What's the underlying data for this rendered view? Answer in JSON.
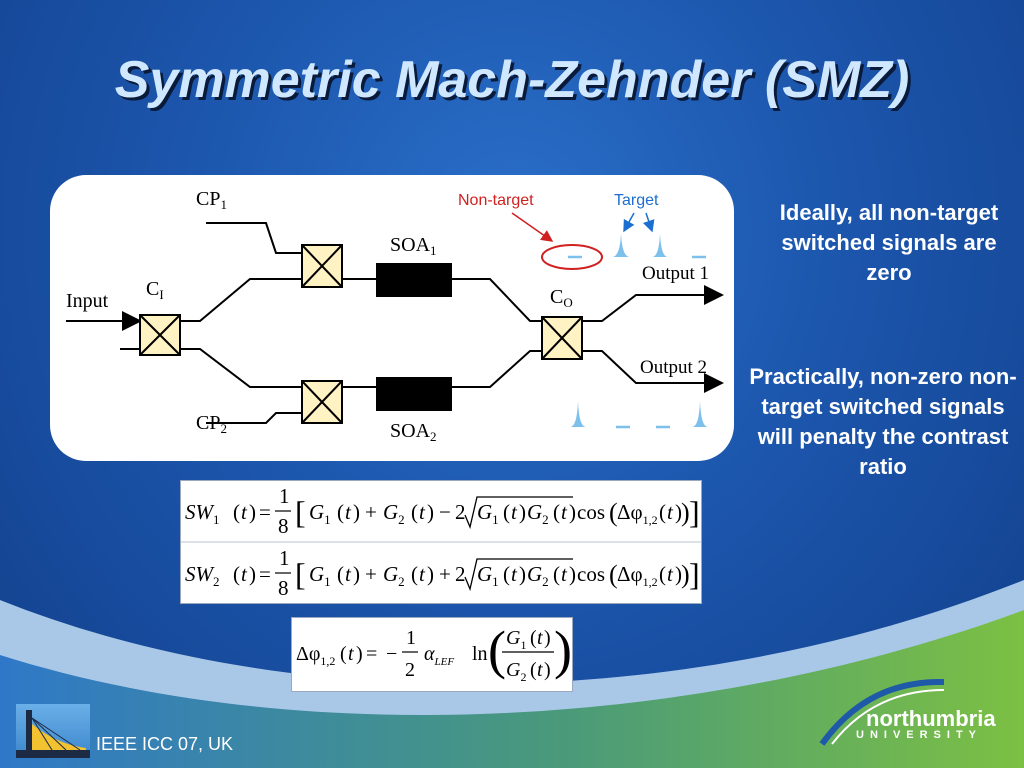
{
  "title": "Symmetric Mach-Zehnder (SMZ)",
  "diagram": {
    "cp1": "CP",
    "cp1_sub": "1",
    "cp2": "CP",
    "cp2_sub": "2",
    "input": "Input",
    "ci": "C",
    "ci_sub": "I",
    "co": "C",
    "co_sub": "O",
    "soa1": "SOA",
    "soa1_sub": "1",
    "soa2": "SOA",
    "soa2_sub": "2",
    "output1": "Output 1",
    "output2": "Output 2",
    "nontarget_label": "Non-target",
    "target_label": "Target",
    "colors": {
      "nontarget": "#d02020",
      "target": "#1a6fd0",
      "pulse": "#7ec0ec",
      "coupler": "#fff3c4"
    }
  },
  "notes": {
    "note1": "Ideally, all non-target switched signals are zero",
    "note2": "Practically, non-zero non-target switched signals will penalty the contrast ratio"
  },
  "equations": {
    "sw1_lhs": "SW",
    "sw1_sub": "1",
    "sw2_lhs": "SW",
    "sw2_sub": "2",
    "t": "t",
    "frac_num": "1",
    "frac_den_8": "8",
    "frac_den_2": "2",
    "g1": "G",
    "g1_sub": "1",
    "g2": "G",
    "g2_sub": "2",
    "plus": "+",
    "minus": "−",
    "two": "2",
    "cos": "cos",
    "delta_phi": "Δφ",
    "phi_sub": "1,2",
    "alpha": "α",
    "alpha_sub": "LEF",
    "ln": "ln"
  },
  "footer": {
    "conference": "IEEE ICC 07, UK",
    "university": "northumbria",
    "university_sub": "UNIVERSITY"
  }
}
